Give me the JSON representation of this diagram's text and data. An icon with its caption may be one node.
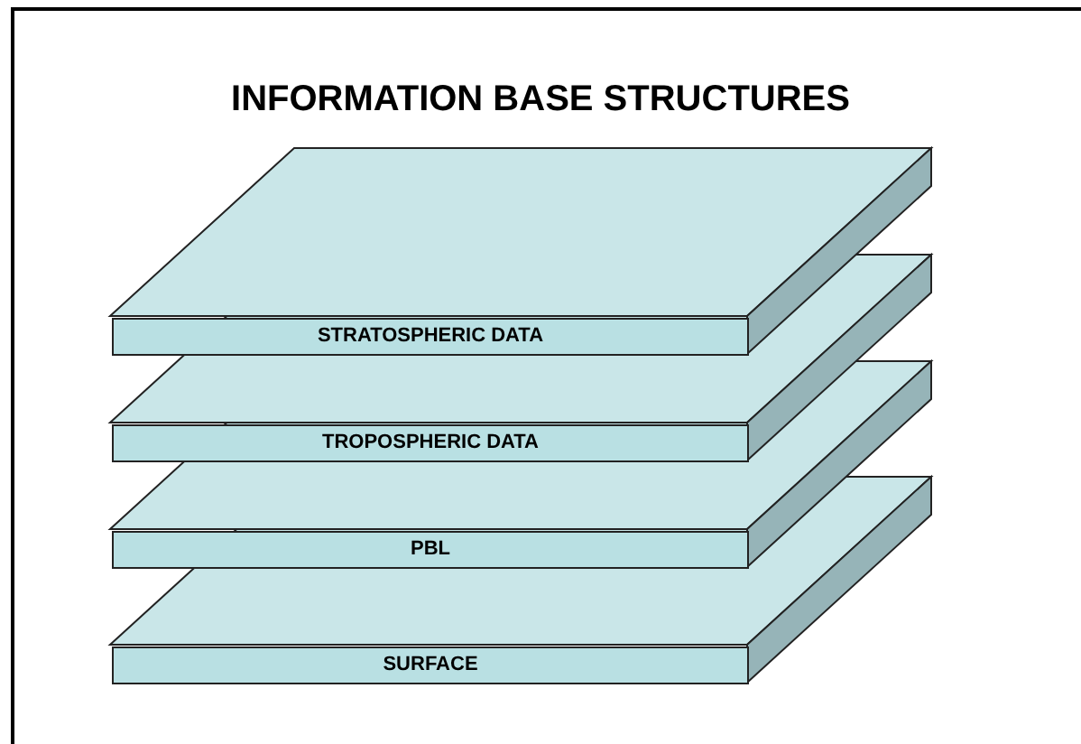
{
  "diagram": {
    "title": "INFORMATION BASE STRUCTURES",
    "nodes": [
      {
        "text": [
          "STRATOSPHERIC DATA"
        ]
      },
      {
        "text": [
          "TROPOSPHERIC DATA"
        ]
      },
      {
        "text": [
          "PBL"
        ]
      },
      {
        "text": [
          "SURFACE"
        ]
      }
    ]
  }
}
